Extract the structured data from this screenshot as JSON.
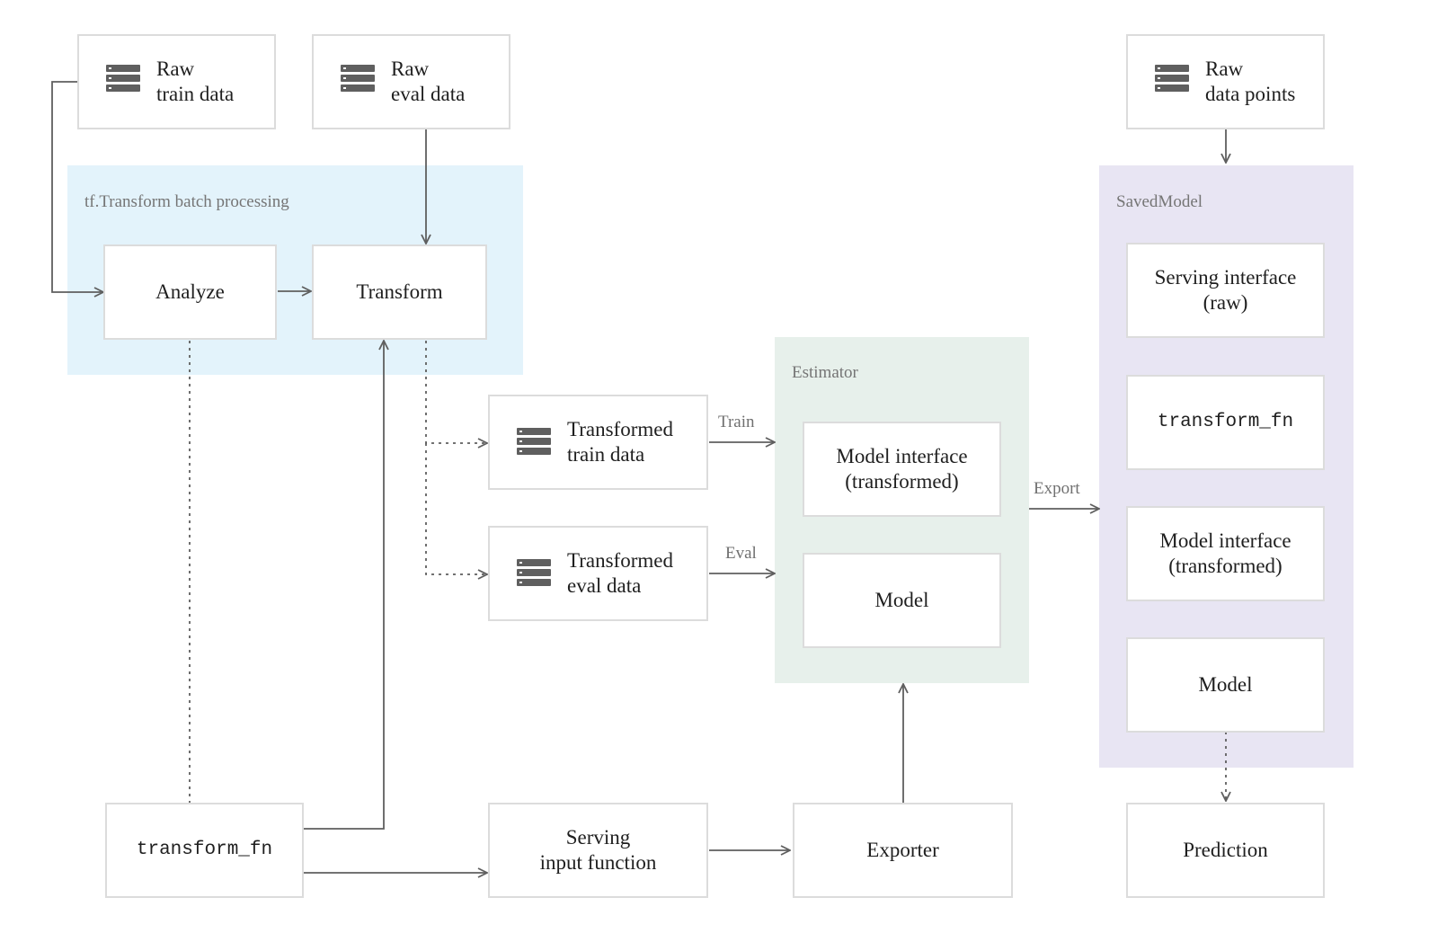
{
  "colors": {
    "transform_region": "#e3f3fb",
    "estimator_region": "#e7f0eb",
    "savedmodel_region": "#e8e5f3",
    "box_border": "#dcdcdc",
    "line": "#5f5f5f",
    "icon": "#5f5f5f"
  },
  "regions": {
    "transform": "tf.Transform batch processing",
    "estimator": "Estimator",
    "savedmodel": "SavedModel"
  },
  "nodes": {
    "raw_train": [
      "Raw",
      "train data"
    ],
    "raw_eval": [
      "Raw",
      "eval data"
    ],
    "raw_points": [
      "Raw",
      "data points"
    ],
    "analyze": "Analyze",
    "transform": "Transform",
    "transformed_train": [
      "Transformed",
      "train data"
    ],
    "transformed_eval": [
      "Transformed",
      "eval data"
    ],
    "model_interface_est": [
      "Model interface",
      "(transformed)"
    ],
    "model_est": "Model",
    "serving_raw": [
      "Serving interface",
      "(raw)"
    ],
    "transform_fn_sm": "transform_fn",
    "model_interface_sm": [
      "Model interface",
      "(transformed)"
    ],
    "model_sm": "Model",
    "transform_fn": "transform_fn",
    "serving_input": [
      "Serving",
      "input function"
    ],
    "exporter": "Exporter",
    "prediction": "Prediction"
  },
  "edges": {
    "train": "Train",
    "eval": "Eval",
    "export": "Export"
  },
  "icons": {
    "datastore": "database-icon"
  }
}
